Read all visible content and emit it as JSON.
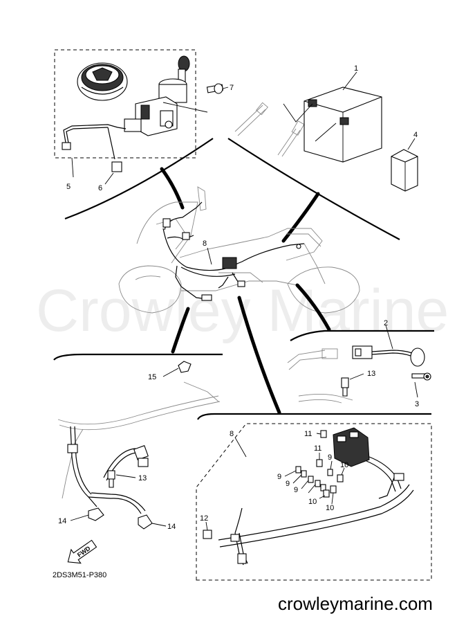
{
  "callouts": {
    "c1": "1",
    "c2": "2",
    "c3": "3",
    "c4": "4",
    "c5": "5",
    "c6": "6",
    "c7": "7",
    "c8_main": "8",
    "c8_detail": "8",
    "c9a": "9",
    "c9b": "9",
    "c9c": "9",
    "c9d": "9",
    "c10a": "10",
    "c10b": "10",
    "c10c": "10",
    "c11a": "11",
    "c11b": "11",
    "c12": "12",
    "c13a": "13",
    "c13b": "13",
    "c14a": "14",
    "c14b": "14",
    "c15": "15"
  },
  "fwd_label": "FWD",
  "diagram_code": "2DS3M51-P380",
  "watermark": "Crowley Marine",
  "site_url": "crowleymarine.com"
}
